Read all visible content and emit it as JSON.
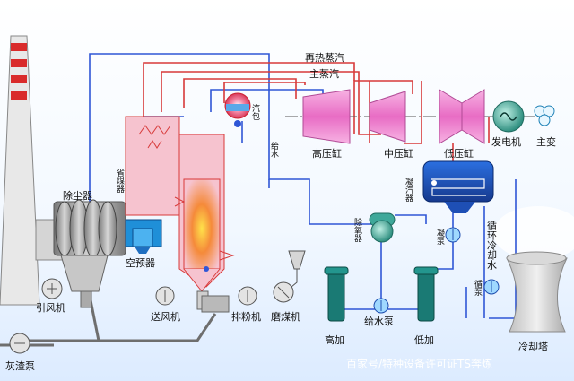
{
  "labels": {
    "reheat_steam": "再热蒸汽",
    "main_steam": "主蒸汽",
    "drum": "汽包",
    "economizer": "省煤器",
    "dust_collector": "除尘器",
    "air_preheater": "空预器",
    "induced_fan": "引风机",
    "forced_fan": "送风机",
    "exhaust_fan": "排粉机",
    "coal_mill": "磨煤机",
    "ash_pump": "灰渣泵",
    "feedwater": "给水",
    "hp_turbine": "高压缸",
    "ip_turbine": "中压缸",
    "lp_turbine": "低压缸",
    "generator": "发电机",
    "main_transformer": "主变",
    "condenser": "凝汽器",
    "deaerator": "除氧器",
    "condensate_pump": "凝泵",
    "circulating_water": "循环冷却水",
    "circ_pump": "循泵",
    "feed_pump": "给水泵",
    "hp_heater": "高加",
    "lp_heater": "低加",
    "cooling_tower": "冷却塔"
  },
  "watermark": "百家号/特种设备许可证TS奔炼",
  "colors": {
    "water_line": "#2f56d6",
    "steam_line": "#d83a3a",
    "turbine": "#ef7fc8",
    "boiler": "#f6c3cf",
    "furnace_fire": "#f26a2e",
    "equipment_teal": "#3fa89a",
    "ash_line": "#6e6e6e"
  }
}
